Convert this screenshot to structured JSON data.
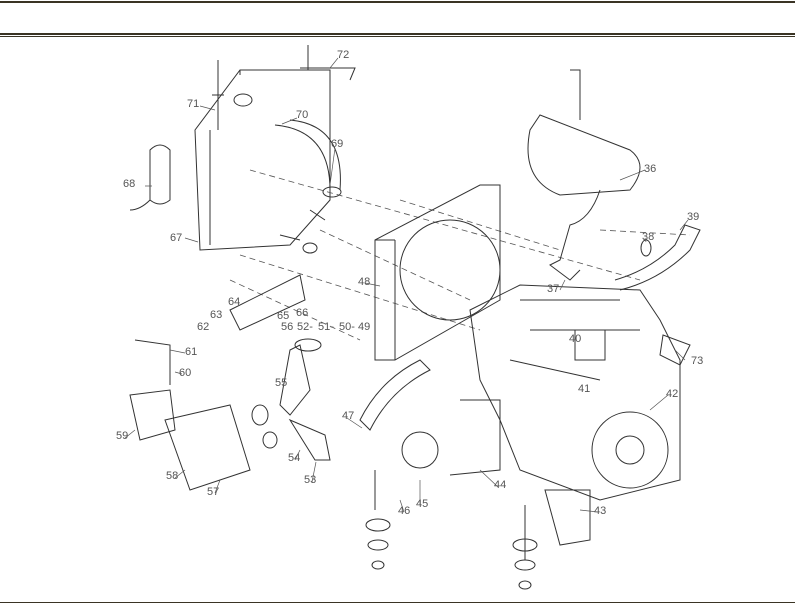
{
  "diagram": {
    "title": "Engine and cooling system exploded parts view",
    "callouts": [
      "72",
      "71",
      "70",
      "69",
      "68",
      "67",
      "36",
      "39",
      "38",
      "48",
      "37",
      "64",
      "66",
      "65",
      "63",
      "62",
      "56",
      "52-",
      "51-",
      "50-",
      "49",
      "40",
      "61",
      "73",
      "60",
      "41",
      "42",
      "55",
      "47",
      "59",
      "54",
      "58",
      "53",
      "57",
      "44",
      "45",
      "46",
      "43"
    ]
  }
}
